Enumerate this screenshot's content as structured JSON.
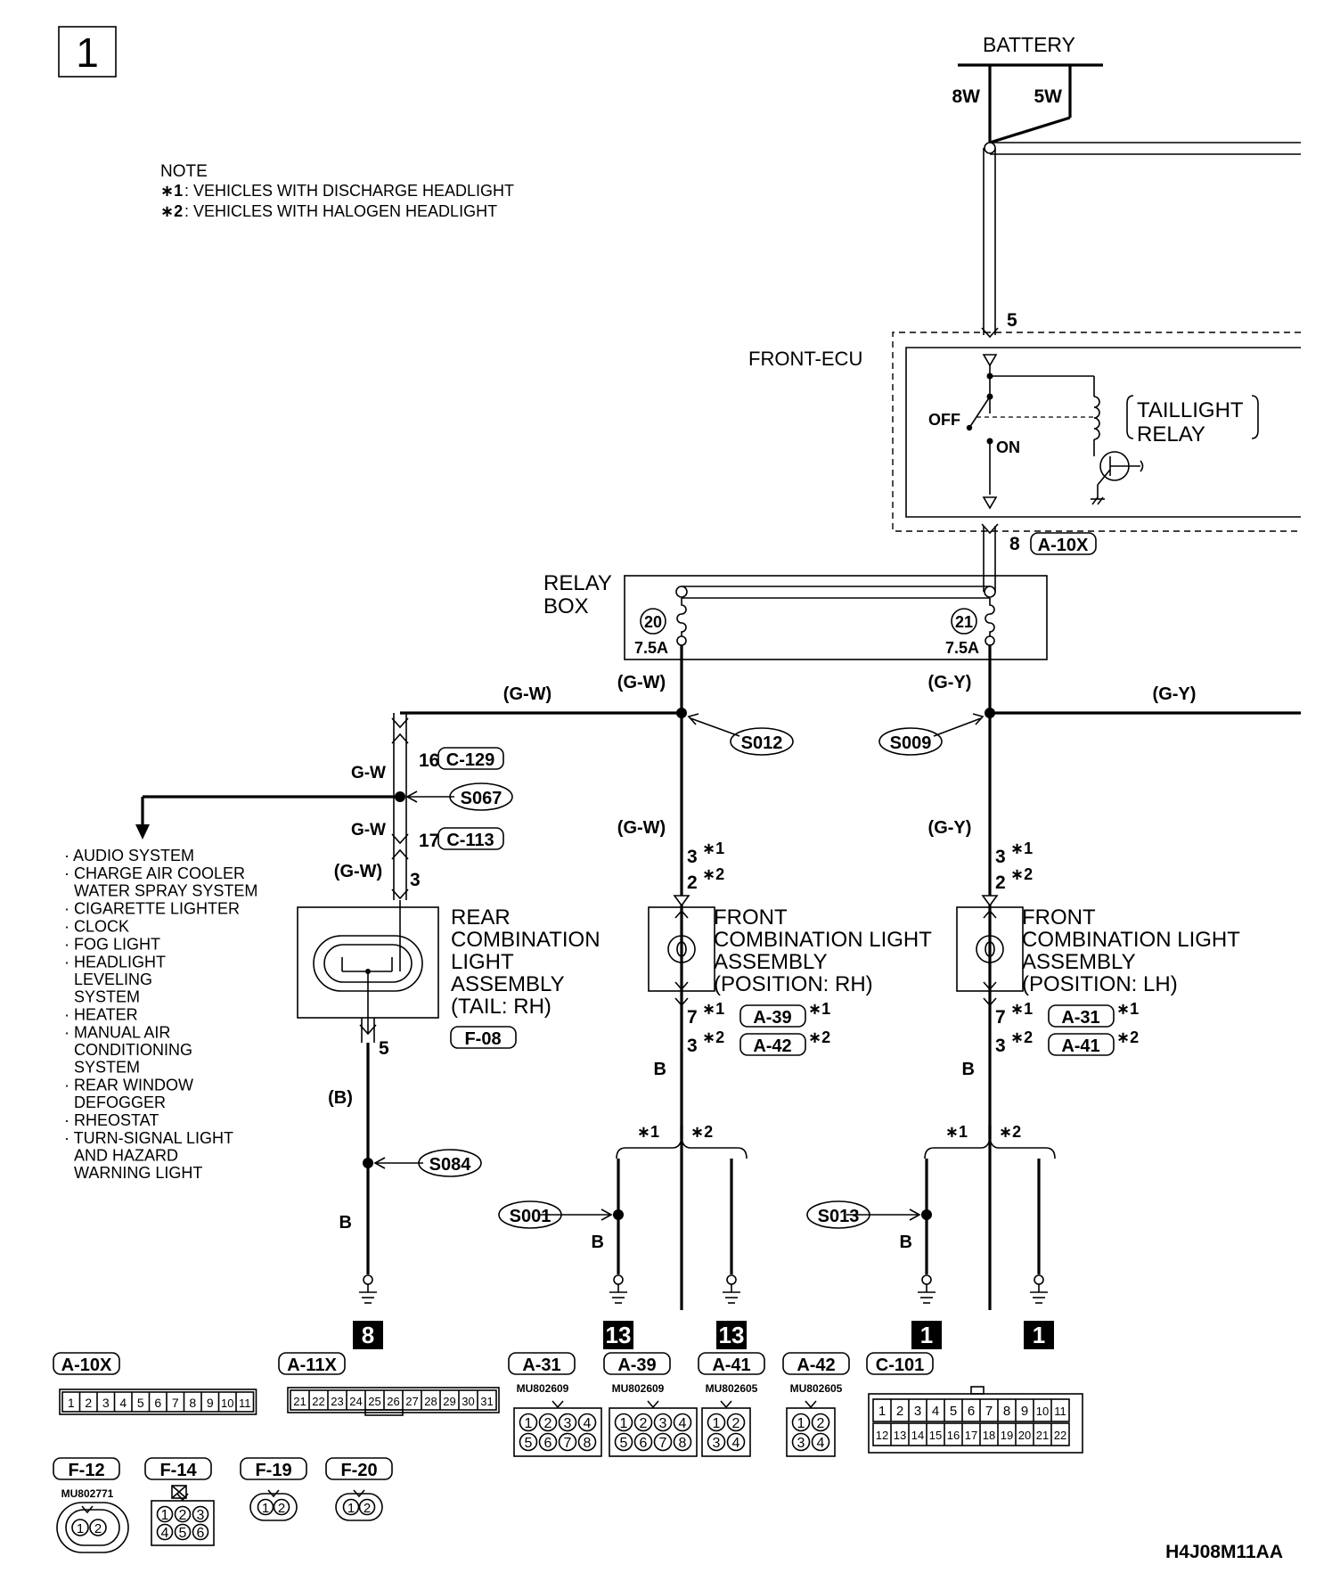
{
  "page_number": "1",
  "doc_code": "H4J08M11AA",
  "note": {
    "title": "NOTE",
    "items": [
      {
        "mark": "∗1",
        "text": ": VEHICLES WITH DISCHARGE HEADLIGHT"
      },
      {
        "mark": "∗2",
        "text": ": VEHICLES WITH HALOGEN HEADLIGHT"
      }
    ]
  },
  "battery": {
    "label": "BATTERY",
    "wire_left": "8W",
    "wire_right": "5W"
  },
  "front_ecu": {
    "label": "FRONT-ECU",
    "pin_in": "5",
    "pin_out": "8",
    "connector": "A-10X"
  },
  "relay": {
    "label_line1": "TAILLIGHT",
    "label_line2": "RELAY",
    "off": "OFF",
    "on": "ON"
  },
  "relay_box": {
    "label_line1": "RELAY",
    "label_line2": "BOX",
    "fuses": [
      {
        "num": "20",
        "rating": "7.5A"
      },
      {
        "num": "21",
        "rating": "7.5A"
      }
    ]
  },
  "wires": {
    "gw": "(G-W)",
    "gy": "(G-Y)",
    "gw_plain": "G-W",
    "b_paren": "(B)",
    "b": "B"
  },
  "splices": [
    "S012",
    "S009",
    "S067",
    "S084",
    "S001",
    "S013"
  ],
  "rear_path": {
    "pin1": "16",
    "conn1": "C-129",
    "pin2": "17",
    "conn2": "C-113",
    "pin_in": "3",
    "pin_out": "5"
  },
  "rear_light": {
    "lines": [
      "REAR",
      "COMBINATION",
      "LIGHT",
      "ASSEMBLY",
      "(TAIL: RH)"
    ],
    "connector": "F-08"
  },
  "systems": [
    [
      "AUDIO SYSTEM"
    ],
    [
      "CHARGE AIR COOLER",
      "WATER SPRAY SYSTEM"
    ],
    [
      "CIGARETTE LIGHTER"
    ],
    [
      "CLOCK"
    ],
    [
      "FOG LIGHT"
    ],
    [
      "HEADLIGHT",
      "LEVELING",
      "SYSTEM"
    ],
    [
      "HEATER"
    ],
    [
      "MANUAL AIR",
      "CONDITIONING",
      "SYSTEM"
    ],
    [
      "REAR WINDOW",
      "DEFOGGER"
    ],
    [
      "RHEOSTAT"
    ],
    [
      "TURN-SIGNAL LIGHT",
      "AND HAZARD",
      "WARNING LIGHT"
    ]
  ],
  "front_rh": {
    "lines": [
      "FRONT",
      "COMBINATION LIGHT",
      "ASSEMBLY",
      "(POSITION: RH)"
    ],
    "pin_in_1": "3",
    "pin_in_2": "2",
    "pin_out_1": "7",
    "pin_out_2": "3",
    "conn1": "A-39",
    "conn2": "A-42"
  },
  "front_lh": {
    "lines": [
      "FRONT",
      "COMBINATION LIGHT",
      "ASSEMBLY",
      "(POSITION: LH)"
    ],
    "pin_in_1": "3",
    "pin_in_2": "2",
    "pin_out_1": "7",
    "pin_out_2": "3",
    "conn1": "A-31",
    "conn2": "A-41"
  },
  "variant_marks": [
    "∗1",
    "∗2"
  ],
  "grounds": [
    "8",
    "13",
    "13",
    "1",
    "1"
  ],
  "connectors_row1": [
    {
      "name": "A-10X",
      "part": "",
      "pins": [
        "1",
        "2",
        "3",
        "4",
        "5",
        "6",
        "7",
        "8",
        "9",
        "10",
        "11"
      ]
    },
    {
      "name": "A-11X",
      "part": "",
      "pins": [
        "21",
        "22",
        "23",
        "24",
        "25",
        "26",
        "27",
        "28",
        "29",
        "30",
        "31"
      ]
    },
    {
      "name": "A-31",
      "part": "MU802609",
      "pins": [
        "1",
        "2",
        "3",
        "4",
        "5",
        "6",
        "7",
        "8"
      ]
    },
    {
      "name": "A-39",
      "part": "MU802609",
      "pins": [
        "1",
        "2",
        "3",
        "4",
        "5",
        "6",
        "7",
        "8"
      ]
    },
    {
      "name": "A-41",
      "part": "MU802605",
      "pins": [
        "1",
        "2",
        "3",
        "4"
      ]
    },
    {
      "name": "A-42",
      "part": "MU802605",
      "pins": [
        "1",
        "2",
        "3",
        "4"
      ]
    },
    {
      "name": "C-101",
      "part": "",
      "pins": [
        "1",
        "2",
        "3",
        "4",
        "5",
        "6",
        "7",
        "8",
        "9",
        "10",
        "11",
        "12",
        "13",
        "14",
        "15",
        "16",
        "17",
        "18",
        "19",
        "20",
        "21",
        "22"
      ]
    }
  ],
  "connectors_row2": [
    {
      "name": "F-12",
      "part": "MU802771",
      "pins": [
        "1",
        "2"
      ]
    },
    {
      "name": "F-14",
      "part": "",
      "pins": [
        "1",
        "2",
        "3",
        "4",
        "5",
        "6"
      ]
    },
    {
      "name": "F-19",
      "part": "",
      "pins": [
        "1",
        "2"
      ]
    },
    {
      "name": "F-20",
      "part": "",
      "pins": [
        "1",
        "2"
      ]
    }
  ]
}
